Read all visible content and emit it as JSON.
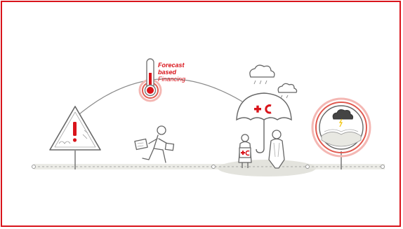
{
  "illustration": {
    "label_lines": [
      "Forecast",
      "based",
      "Financing"
    ],
    "accent_color": "#d9141b",
    "line_color": "#9a9a9a",
    "ground_color": "#e3e3dd",
    "icons": [
      "warning-sign-icon",
      "thermometer-icon",
      "running-person-icon",
      "umbrella-icon",
      "rain-cloud-icon",
      "people-icon",
      "storm-lens-icon"
    ]
  }
}
